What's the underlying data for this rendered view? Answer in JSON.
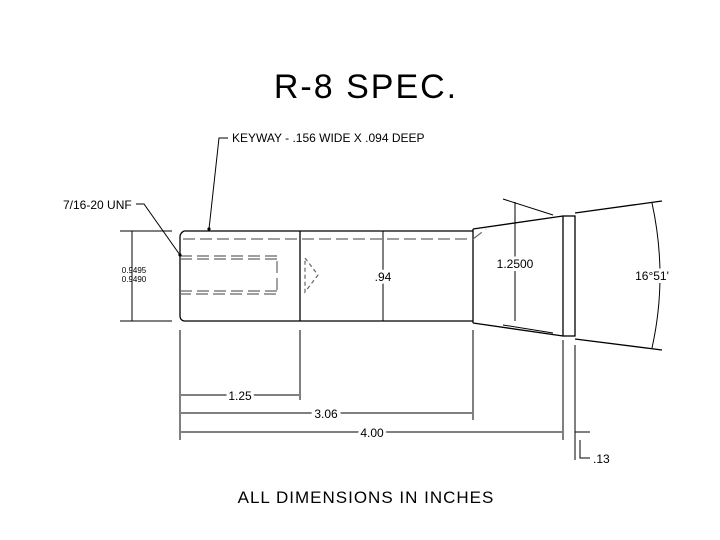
{
  "title": "R-8 SPEC.",
  "labels": {
    "keyway": "KEYWAY - .156 WIDE X .094 DEEP",
    "thread": "7/16-20 UNF",
    "shank_dia_max": "0.9495",
    "shank_dia_min": "0.9490",
    "bore_dia": ".94",
    "taper_dia": "1.2500",
    "taper_angle": "16°51'",
    "len_thread": "1.25",
    "len_shank": "3.06",
    "len_total": "4.00",
    "collar_width": ".13"
  },
  "footer": "ALL DIMENSIONS IN INCHES"
}
